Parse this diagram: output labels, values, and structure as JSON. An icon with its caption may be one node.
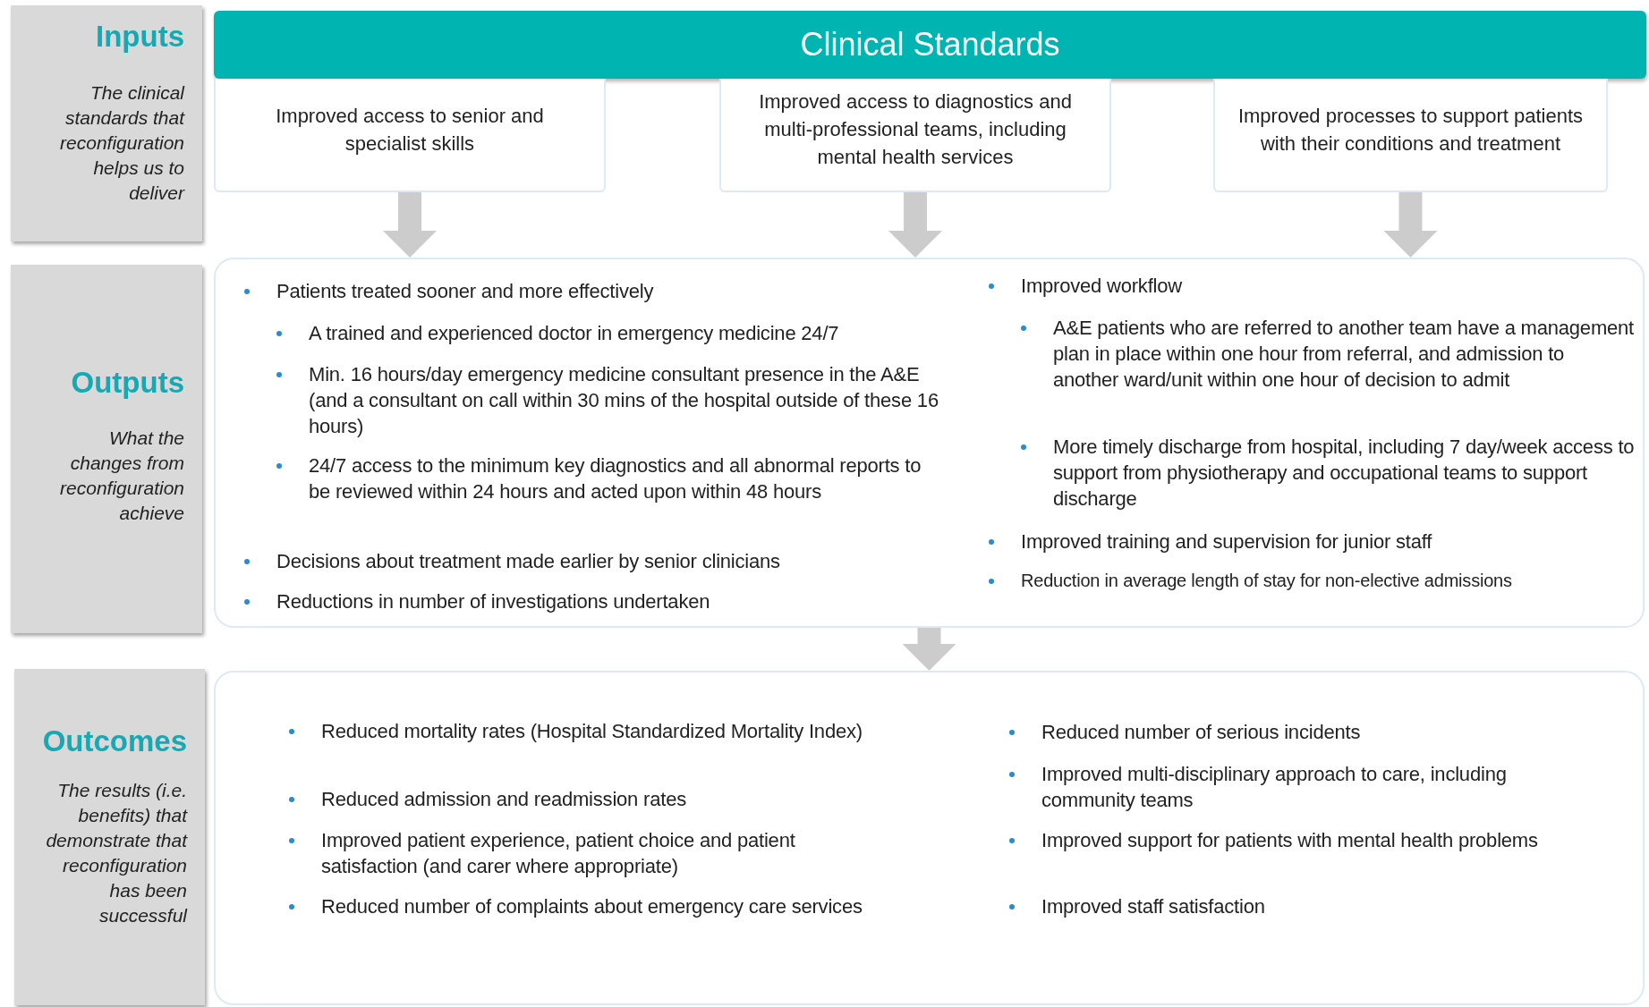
{
  "diagram": {
    "nodes": [
      {
        "text": [
          "Inputs",
          "The clinical standards that reconfiguration helps us to deliver"
        ]
      },
      {
        "text": [
          "Clinical Standards"
        ]
      },
      {
        "text": [
          "Improved access to senior and specialist skills"
        ]
      },
      {
        "text": [
          "Improved access to diagnostics and multi-professional teams, including mental health services"
        ]
      },
      {
        "text": [
          "Improved processes  to support patients with their conditions and treatment"
        ]
      },
      {
        "text": [
          "Outputs",
          "What the changes from reconfiguration achieve"
        ]
      },
      {
        "text": [
          "Patients treated sooner and more effectively",
          "A trained and experienced doctor in emergency medicine 24/7",
          "Min. 16 hours/day emergency medicine consultant presence in the A&E (and a consultant on call within 30 mins of the hospital outside of these 16 hours)",
          "24/7 access to the minimum key diagnostics and all abnormal reports to be reviewed within 24 hours and acted upon within 48 hours",
          "Decisions about treatment made earlier by senior clinicians",
          "Reductions in number of investigations undertaken",
          "Improved workflow",
          "A&E patients who are referred to another team have a management plan in place within one hour from referral, and admission to another ward/unit within one hour of decision to admit",
          "More timely discharge from hospital, including 7 day/week access to support from physiotherapy and occupational teams to support discharge",
          "Improved training and supervision for junior staff",
          "Reduction in average length of stay for non-elective admissions"
        ]
      },
      {
        "text": [
          "Outcomes",
          "The results (i.e. benefits) that demonstrate that reconfiguration has been successful"
        ]
      },
      {
        "text": [
          "Reduced mortality rates (Hospital Standardized Mortality Index)",
          "Reduced admission and readmission rates",
          "Improved patient experience, patient choice and patient satisfaction (and carer where appropriate)",
          "Reduced number of complaints about emergency care services",
          "Reduced number of serious incidents",
          "Improved multi-disciplinary approach to care, including community teams",
          "Improved support for patients with mental health problems",
          "Improved staff satisfaction"
        ]
      }
    ],
    "edges": [
      {
        "from": 2,
        "to": 6,
        "arrow": "to"
      },
      {
        "from": 3,
        "to": 6,
        "arrow": "to"
      },
      {
        "from": 4,
        "to": 6,
        "arrow": "to"
      },
      {
        "from": 6,
        "to": 8,
        "arrow": "to"
      }
    ]
  }
}
